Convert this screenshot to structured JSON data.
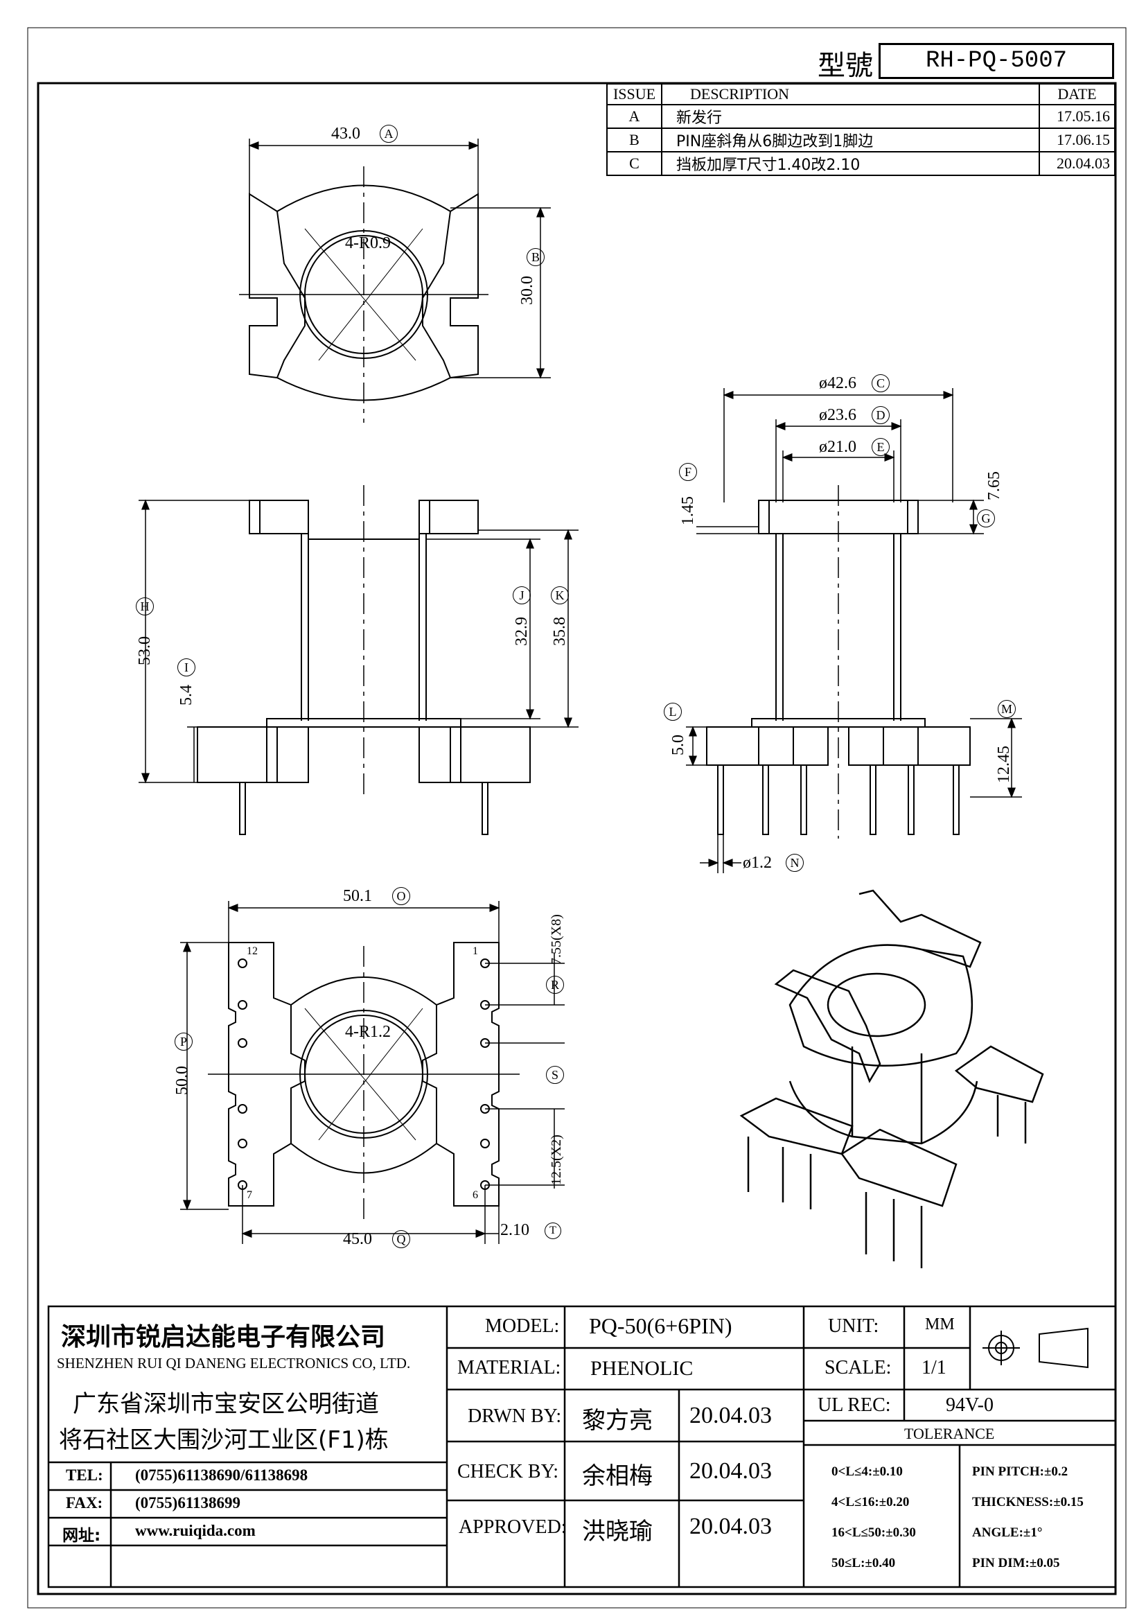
{
  "header": {
    "model_label": "型號",
    "model_no": "RH-PQ-5007"
  },
  "revisions": {
    "columns": [
      "ISSUE",
      "DESCRIPTION",
      "DATE"
    ],
    "rows": [
      {
        "issue": "A",
        "description": "新发行",
        "date": "17.05.16"
      },
      {
        "issue": "B",
        "description": "PIN座斜角从6脚边改到1脚边",
        "date": "17.06.15"
      },
      {
        "issue": "C",
        "description": "挡板加厚T尺寸1.40改2.10",
        "date": "20.04.03"
      }
    ]
  },
  "dimensions": {
    "A": "43.0",
    "A_key": "A",
    "B": "30.0",
    "B_key": "B",
    "r1": "4-R0.9",
    "C": "ø42.6",
    "C_key": "C",
    "D": "ø23.6",
    "D_key": "D",
    "E": "ø21.0",
    "E_key": "E",
    "F": "1.45",
    "F_key": "F",
    "G": "7.65",
    "G_key": "G",
    "H": "53.0",
    "H_key": "H",
    "I": "5.4",
    "I_key": "I",
    "J": "32.9",
    "J_key": "J",
    "K": "35.8",
    "K_key": "K",
    "L": "5.0",
    "L_key": "L",
    "M": "12.45",
    "M_key": "M",
    "N": "ø1.2",
    "N_key": "N",
    "O": "50.1",
    "O_key": "O",
    "P": "50.0",
    "P_key": "P",
    "Q": "45.0",
    "Q_key": "Q",
    "R": "7.55(X8)",
    "R_key": "R",
    "S": "12.5(X2)",
    "S_key": "S",
    "T": "2.10",
    "T_key": "T",
    "r2": "4-R1.2",
    "pin_first": "1",
    "pin_12": "12",
    "pin_7": "7",
    "pin_6": "6"
  },
  "company": {
    "name_cn": "深圳市锐启达能电子有限公司",
    "name_en": "SHENZHEN RUI QI DANENG ELECTRONICS CO, LTD.",
    "address_line1": "广东省深圳市宝安区公明街道",
    "address_line2": "将石社区大围沙河工业区(F1)栋",
    "tel_label": "TEL:",
    "tel": "(0755)61138690/61138698",
    "fax_label": "FAX:",
    "fax": "(0755)61138699",
    "web_label": "网址:",
    "web": "www.ruiqida.com"
  },
  "title_block": {
    "model_label": "MODEL:",
    "model": "PQ-50(6+6PIN)",
    "material_label": "MATERIAL:",
    "material": "PHENOLIC",
    "drawn_label": "DRWN BY:",
    "drawn_by": "黎方亮",
    "drawn_date": "20.04.03",
    "check_label": "CHECK BY:",
    "check_by": "余相梅",
    "check_date": "20.04.03",
    "approved_label": "APPROVED:",
    "approved_by": "洪晓瑜",
    "approved_date": "20.04.03",
    "unit_label": "UNIT:",
    "unit": "MM",
    "scale_label": "SCALE:",
    "scale": "1/1",
    "ul_label": "UL REC:",
    "ul": "94V-0",
    "tolerance_label": "TOLERANCE",
    "tol_left": [
      "0<L≤4:±0.10",
      "4<L≤16:±0.20",
      "16<L≤50:±0.30",
      "50≤L:±0.40"
    ],
    "tol_right": [
      "PIN PITCH:±0.2",
      "THICKNESS:±0.15",
      "ANGLE:±1°",
      "PIN DIM:±0.05"
    ]
  }
}
